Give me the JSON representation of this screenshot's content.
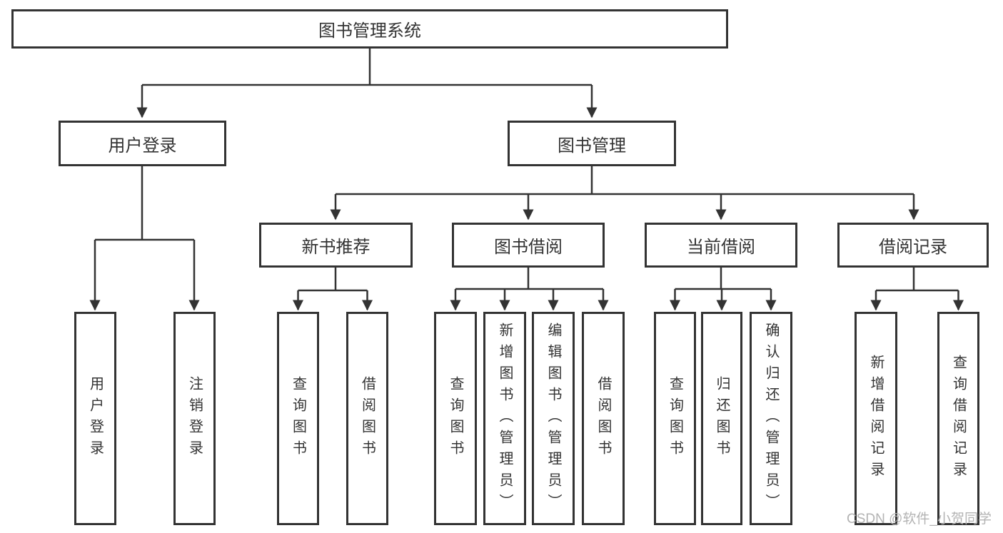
{
  "tree": {
    "label": "图书管理系统",
    "children": [
      {
        "label": "用户登录",
        "children": [
          {
            "label": "用户登录"
          },
          {
            "label": "注销登录"
          }
        ]
      },
      {
        "label": "图书管理",
        "children": [
          {
            "label": "新书推荐",
            "children": [
              {
                "label": "查询图书"
              },
              {
                "label": "借阅图书"
              }
            ]
          },
          {
            "label": "图书借阅",
            "children": [
              {
                "label": "查询图书"
              },
              {
                "label": "新增图书（管理员）"
              },
              {
                "label": "编辑图书（管理员）"
              },
              {
                "label": "借阅图书"
              }
            ]
          },
          {
            "label": "当前借阅",
            "children": [
              {
                "label": "查询图书"
              },
              {
                "label": "归还图书"
              },
              {
                "label": "确认归还（管理员）"
              }
            ]
          },
          {
            "label": "借阅记录",
            "children": [
              {
                "label": "新增借阅记录"
              },
              {
                "label": "查询借阅记录"
              }
            ]
          }
        ]
      }
    ]
  },
  "watermark": {
    "text": "CSDN @软件_小贺同学"
  },
  "colors": {
    "line": "#333333",
    "box_background": "#ffffff",
    "text": "#333333",
    "watermark": "#b3b3b3"
  }
}
